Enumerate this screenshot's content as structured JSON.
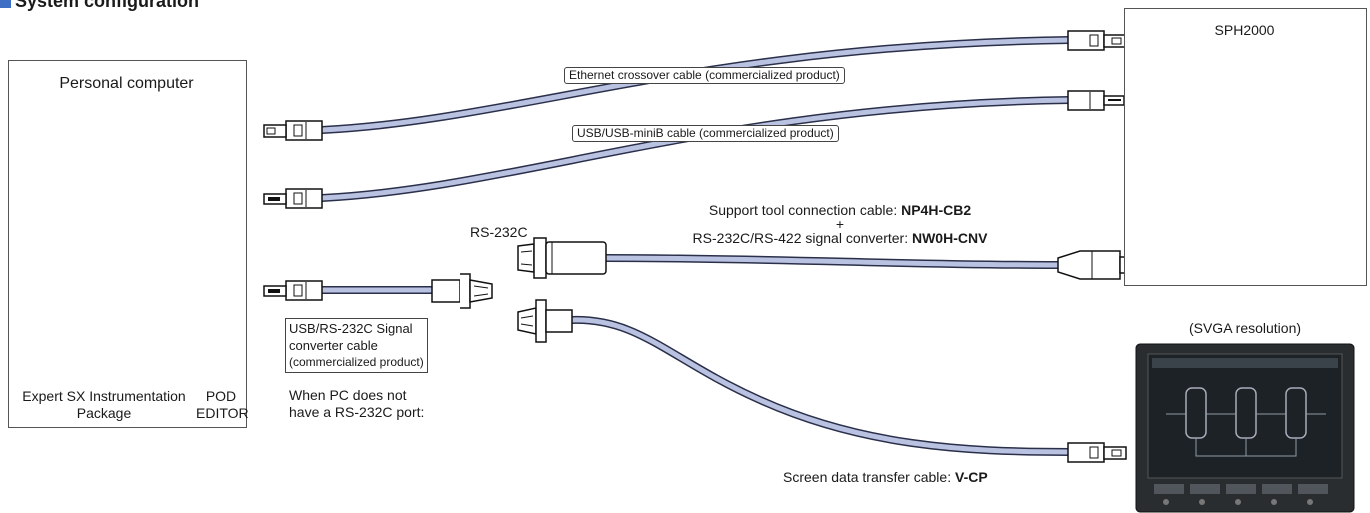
{
  "heading": {
    "text": "System configuration",
    "accent_color": "#3f6fc4"
  },
  "pc": {
    "title": "Personal computer",
    "software": [
      "Expert SX Instrumentation Package",
      "POD EDITOR"
    ],
    "software_lines": {
      "expert_line1": "Expert SX Instrumentation",
      "expert_line2": "Package",
      "pod_line1": "POD",
      "pod_line2": "EDITOR"
    }
  },
  "plc": {
    "title": "SPH2000"
  },
  "hmi": {
    "title": "(SVGA resolution)"
  },
  "cables": {
    "ethernet": "Ethernet crossover cable (commercialized product)",
    "usb_minib": "USB/USB-miniB cable (commercialized product)",
    "support_tool_label": "Support tool connection cable: ",
    "support_tool_model": "NP4H-CB2",
    "plus": "+",
    "converter_label": "RS-232C/RS-422 signal converter: ",
    "converter_model": "NW0H-CNV",
    "rs232c_port": "RS-232C",
    "usb_rs232c_lines": [
      "USB/RS-232C Signal",
      "converter cable",
      "(commercialized product)"
    ],
    "no_port_note_lines": [
      "When PC does not",
      "have a RS-232C port:"
    ],
    "screen_transfer_label": "Screen data transfer cable: ",
    "screen_transfer_model": "V-CP"
  },
  "colors": {
    "cable_fill": "#b9c2e0",
    "cable_edge": "#2a2f4a",
    "arrow": "#111111",
    "box_border": "#555555"
  },
  "icons": [
    "laptop-icon",
    "plc-module-icon",
    "touch-panel-icon",
    "rj45-connector-icon",
    "usb-connector-icon",
    "db9-connector-icon",
    "mini-din-connector-icon",
    "arrow-up-icon"
  ]
}
